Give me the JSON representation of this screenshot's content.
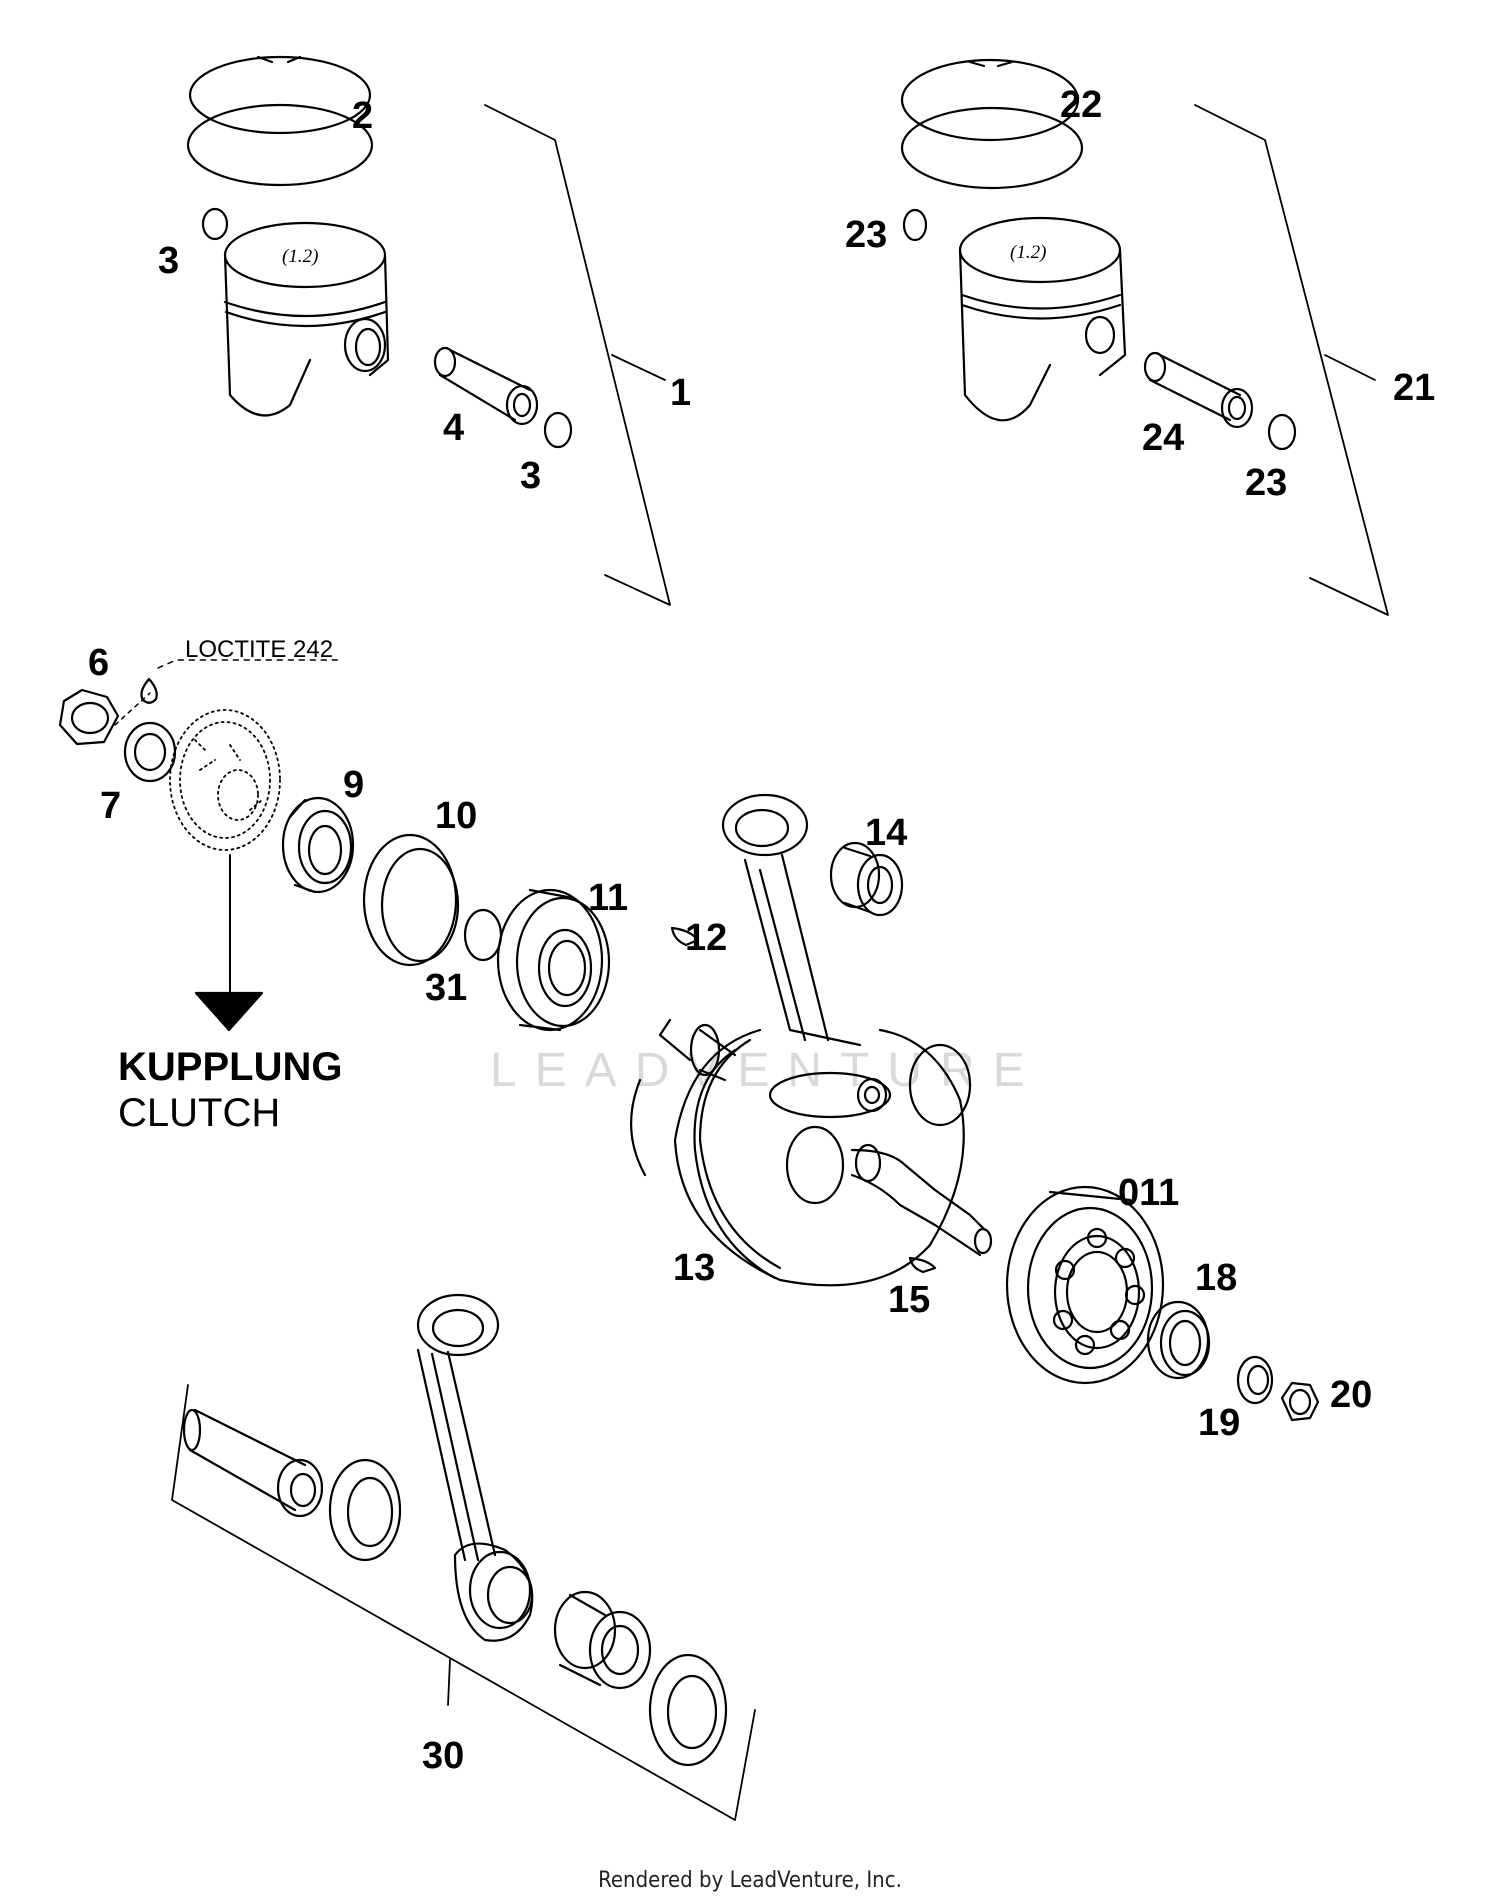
{
  "watermark": "LEADVENTURE",
  "footer": {
    "credit": "Rendered by LeadVenture, Inc."
  },
  "notes": {
    "loctite": "LOCTITE 242",
    "clutch_de": "KUPPLUNG",
    "clutch_en": "CLUTCH"
  },
  "piston_mark": "(1.2)",
  "callouts": {
    "c1": "1",
    "c2": "2",
    "c3a": "3",
    "c3b": "3",
    "c4": "4",
    "c6": "6",
    "c7": "7",
    "c9": "9",
    "c10": "10",
    "c11": "11",
    "c12": "12",
    "c13": "13",
    "c14": "14",
    "c15": "15",
    "c011": "011",
    "c18": "18",
    "c19": "19",
    "c20": "20",
    "c21": "21",
    "c22": "22",
    "c23a": "23",
    "c23b": "23",
    "c24": "24",
    "c30": "30",
    "c31": "31"
  }
}
